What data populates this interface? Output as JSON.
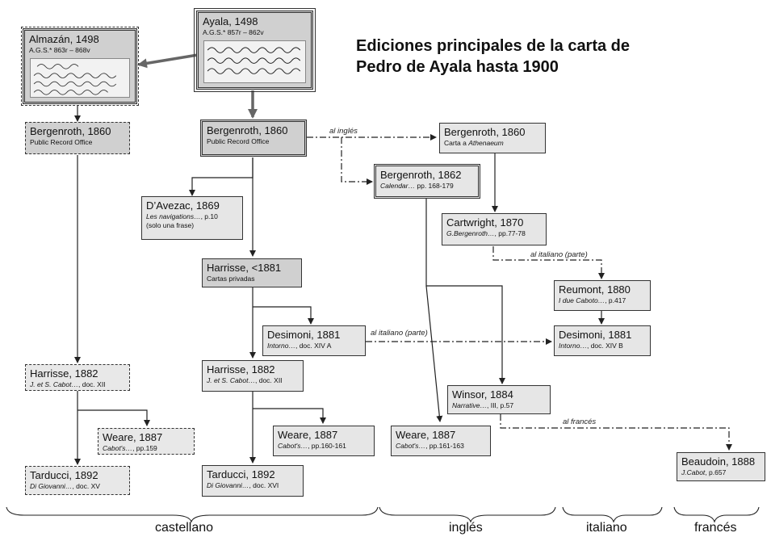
{
  "title_line1": "Ediciones principales de la carta de",
  "title_line2": "Pedro de Ayala hasta 1900",
  "nodes": {
    "almazan": {
      "title": "Almazán, 1498",
      "sub": "A.G.S.* 863r – 868v"
    },
    "ayala": {
      "title": "Ayala, 1498",
      "sub": "A.G.S.* 857r – 862v"
    },
    "berg1860_cast": {
      "title": "Bergenroth, 1860",
      "sub": "Public Record Office"
    },
    "berg1860_main": {
      "title": "Bergenroth, 1860",
      "sub": "Public Record Office"
    },
    "berg1860_eng": {
      "title": "Bergenroth, 1860",
      "sub_pre": "Carta a ",
      "sub_i": "Athenaeum"
    },
    "berg1862": {
      "title": "Bergenroth, 1862",
      "sub_i": "Calendar…",
      "sub_post": " pp. 168-179"
    },
    "davezac": {
      "title": "D’Avezac, 1869",
      "sub_i": "Les navigations…",
      "sub_post": ", p.10",
      "sub2": "(solo una frase)"
    },
    "cartwright": {
      "title": "Cartwright, 1870",
      "sub_i": "G.Bergenroth…",
      "sub_post": ", pp.77-78"
    },
    "harrisse1881": {
      "title": "Harrisse, <1881",
      "sub": "Cartas privadas"
    },
    "reumont": {
      "title": "Reumont, 1880",
      "sub_i": "I due Caboto…",
      "sub_post": ", p.417"
    },
    "desimoni_a": {
      "title": "Desimoni, 1881",
      "sub_i": "Intorno…",
      "sub_post": ", doc. XIV A"
    },
    "desimoni_b": {
      "title": "Desimoni, 1881",
      "sub_i": "Intorno…",
      "sub_post": ", doc. XIV B"
    },
    "harrisse1882_cast": {
      "title": "Harrisse, 1882",
      "sub_i": "J. et S. Cabot…",
      "sub_post": ", doc. XII"
    },
    "harrisse1882_main": {
      "title": "Harrisse, 1882",
      "sub_i": "J. et S. Cabot…",
      "sub_post": ", doc. XII"
    },
    "winsor": {
      "title": "Winsor, 1884",
      "sub_i": "Narrative…",
      "sub_post": ", III, p.57"
    },
    "weare_cast": {
      "title": "Weare, 1887",
      "sub_i": "Cabot's…",
      "sub_post": ", pp.159"
    },
    "weare_main": {
      "title": "Weare, 1887",
      "sub_i": "Cabot's…",
      "sub_post": ", pp.160-161"
    },
    "weare_eng": {
      "title": "Weare, 1887",
      "sub_i": "Cabot's…",
      "sub_post": ", pp.161-163"
    },
    "beaudoin": {
      "title": "Beaudoin, 1888",
      "sub_i": "J.Cabot",
      "sub_post": ", p.657"
    },
    "tarducci_cast": {
      "title": "Tarducci, 1892",
      "sub_i": "Di Giovanni…",
      "sub_post": ", doc. XV"
    },
    "tarducci_main": {
      "title": "Tarducci, 1892",
      "sub_i": "Di Giovanni…",
      "sub_post": ", doc. XVI"
    }
  },
  "edge_labels": {
    "al_ingles": "al inglés",
    "al_italiano_parte_1": "al italiano (parte)",
    "al_italiano_parte_2": "al italiano (parte)",
    "al_frances": "al francés"
  },
  "languages": {
    "castellano": "castellano",
    "ingles": "inglés",
    "italiano": "italiano",
    "frances": "francés"
  }
}
